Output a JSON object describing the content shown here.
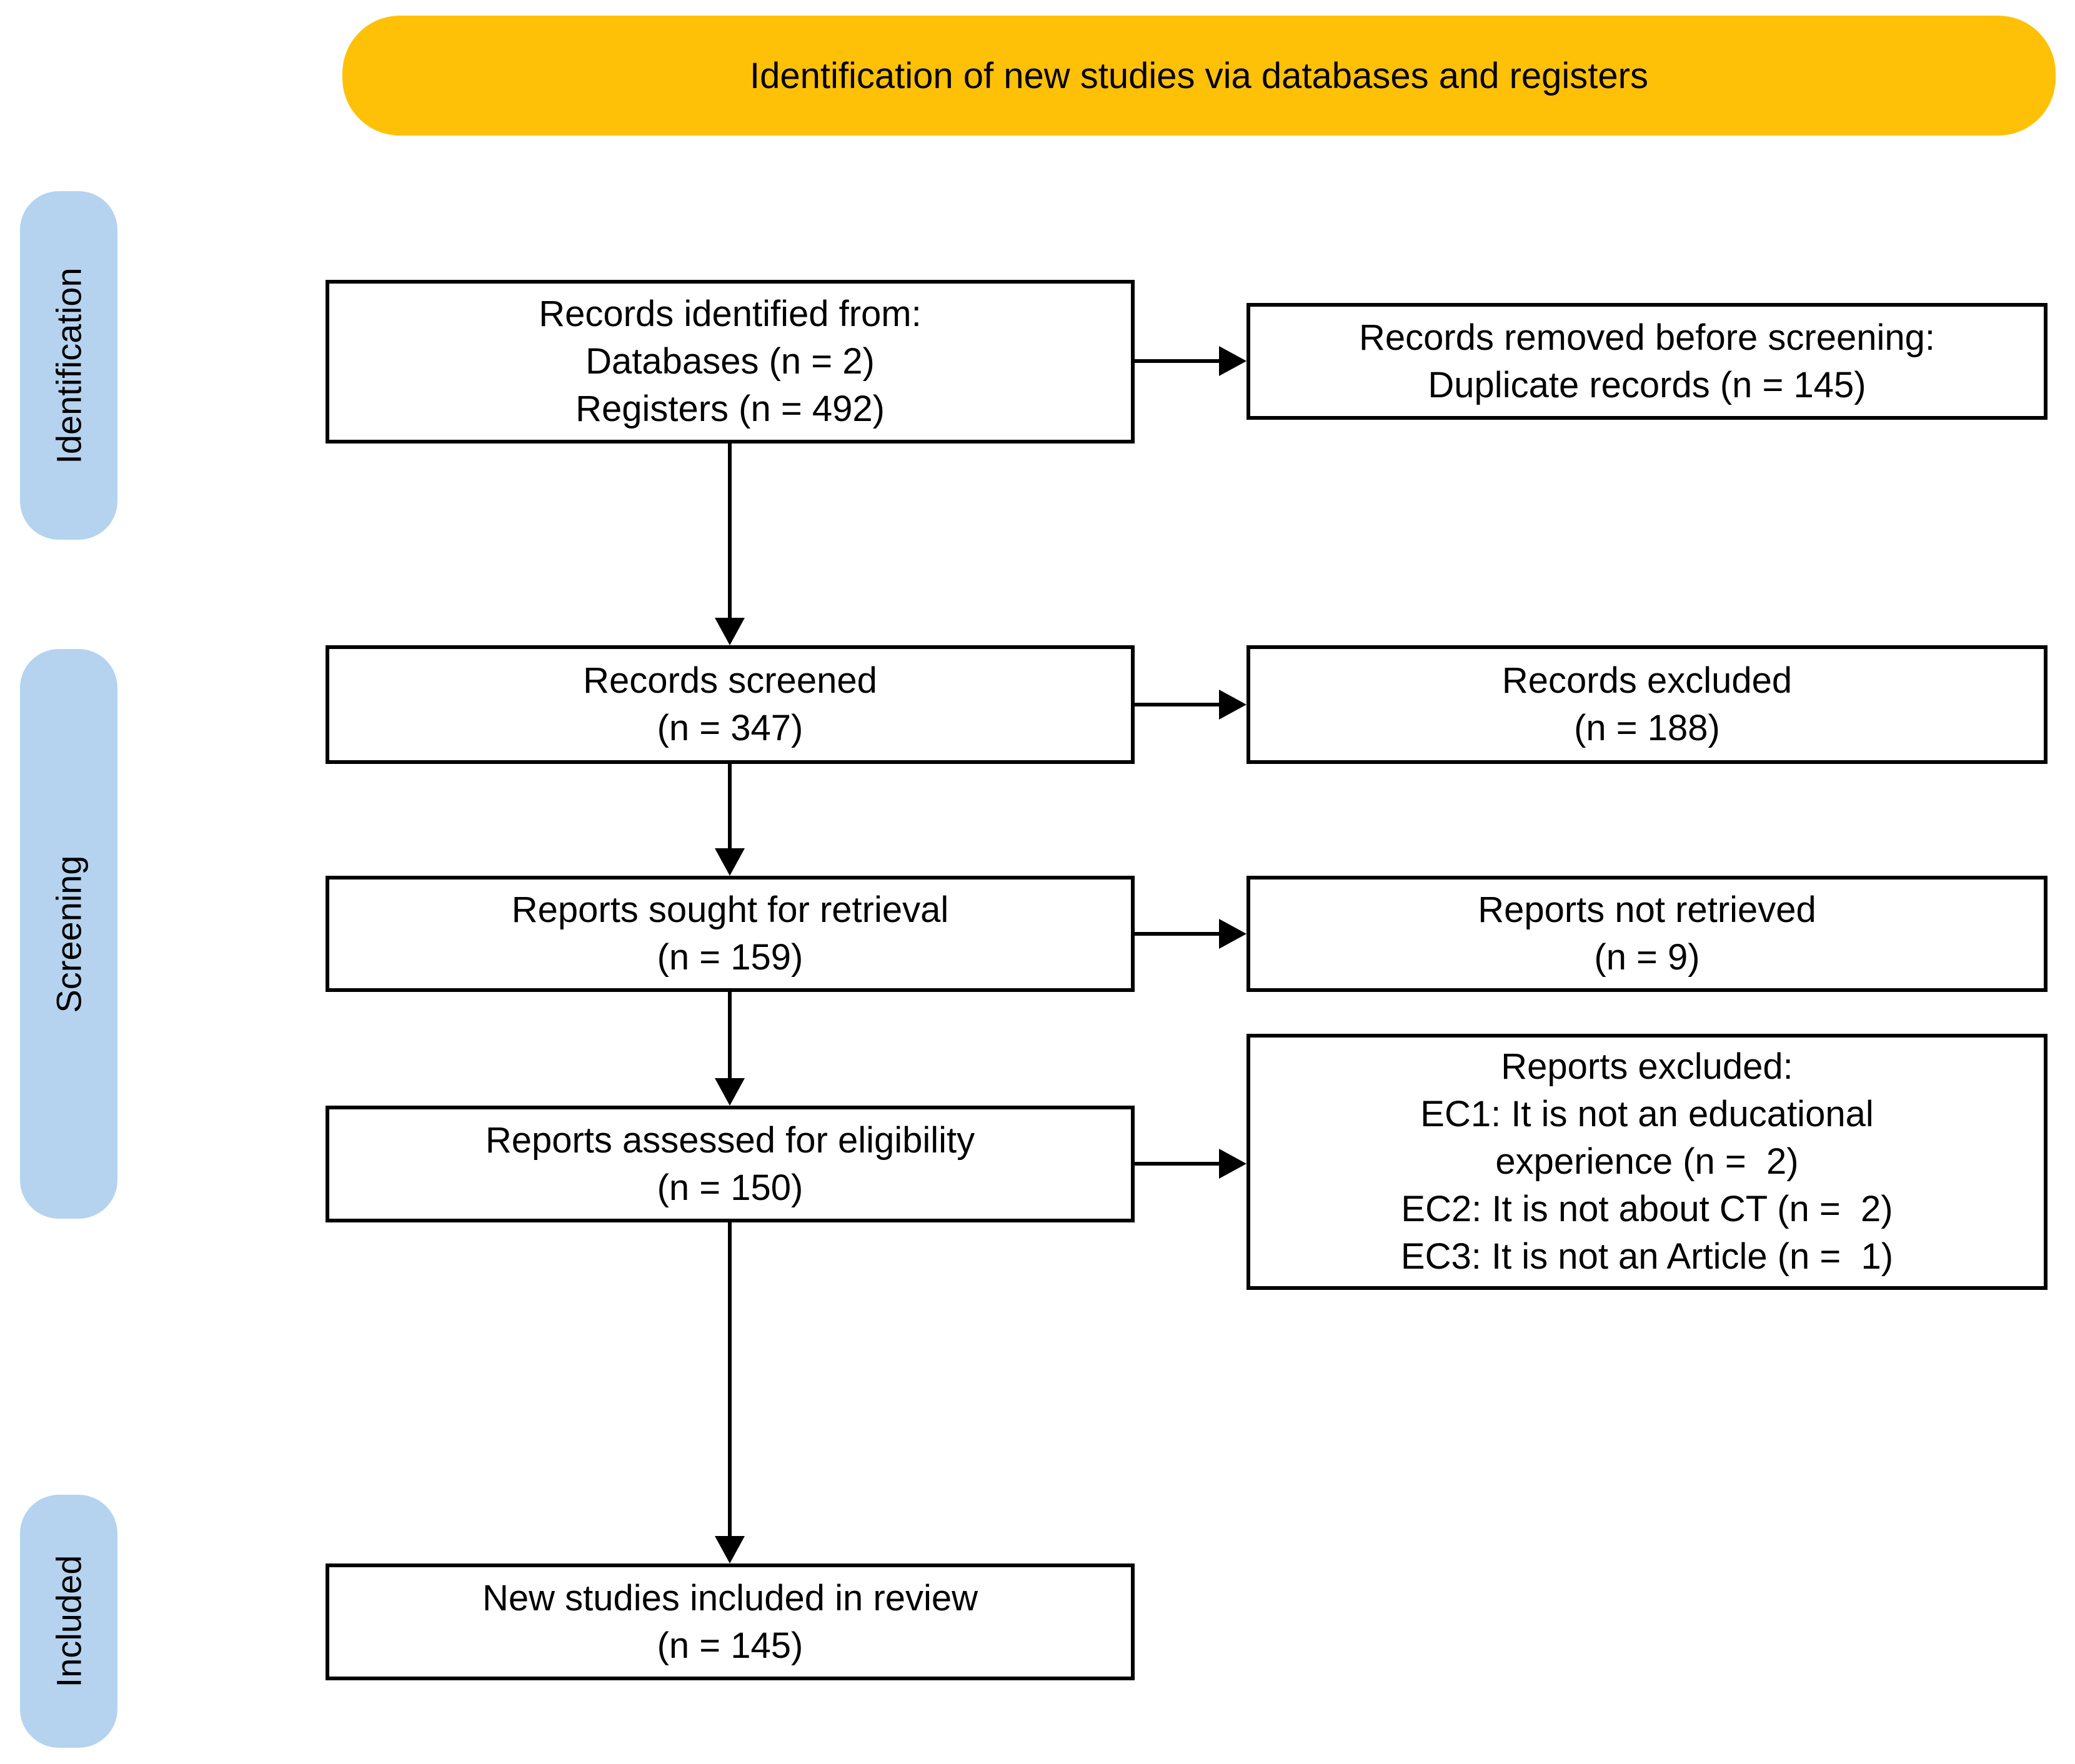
{
  "header": {
    "title": "Identification of new studies via databases and registers"
  },
  "side_labels": [
    {
      "id": "identification",
      "label": "Identification"
    },
    {
      "id": "screening",
      "label": "Screening"
    },
    {
      "id": "included",
      "label": "Included"
    }
  ],
  "boxes": {
    "records_identified": {
      "lines": [
        "Records identified from:",
        "Databases (n = 2)",
        "Registers (n = 492)"
      ]
    },
    "records_removed": {
      "lines": [
        "Records removed before screening:",
        "Duplicate records (n = 145)"
      ]
    },
    "records_screened": {
      "lines": [
        "Records screened",
        "(n = 347)"
      ]
    },
    "records_excluded": {
      "lines": [
        "Records excluded",
        "(n = 188)"
      ]
    },
    "reports_sought": {
      "lines": [
        "Reports sought for retrieval",
        "(n = 159)"
      ]
    },
    "reports_not_retrieved": {
      "lines": [
        "Reports not retrieved",
        "(n = 9)"
      ]
    },
    "reports_assessed": {
      "lines": [
        "Reports assessed for eligibility",
        "(n = 150)"
      ]
    },
    "reports_excluded": {
      "lines": [
        "Reports excluded:",
        "EC1: It is not an educational",
        "experience (n =  2)",
        "EC2: It is not about CT (n =  2)",
        "EC3: It is not an Article (n =  1)"
      ]
    },
    "new_studies_included": {
      "lines": [
        "New studies included in review",
        "(n = 145)"
      ]
    }
  },
  "colors": {
    "banner_bg": "#FFC107",
    "stage_pill_bg": "#B5D3EF",
    "box_border": "#000000",
    "arrow": "#000000",
    "background": "#FFFFFF"
  }
}
